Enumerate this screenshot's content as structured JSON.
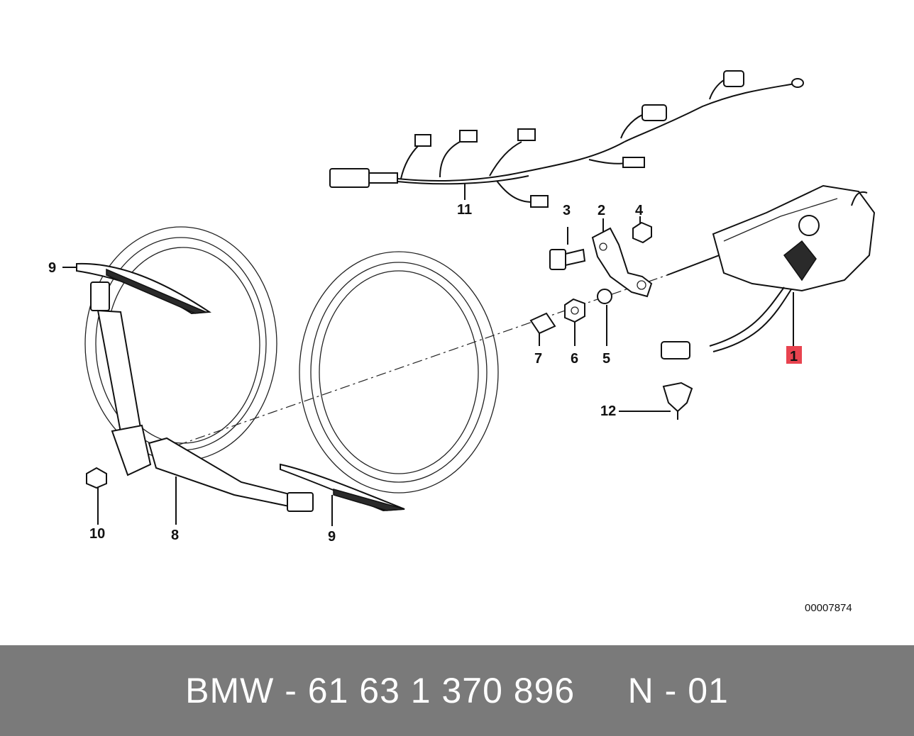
{
  "diagram": {
    "labels": {
      "p1": "1",
      "p2": "2",
      "p3": "3",
      "p4": "4",
      "p5": "5",
      "p6": "6",
      "p7": "7",
      "p8": "8",
      "p9a": "9",
      "p9b": "9",
      "p10": "10",
      "p11": "11",
      "p12": "12"
    },
    "reference_number": "00007874",
    "highlight_color": "#e8434f"
  },
  "footer": {
    "text": "BMW - 61 63 1 370 896     N - 01"
  }
}
